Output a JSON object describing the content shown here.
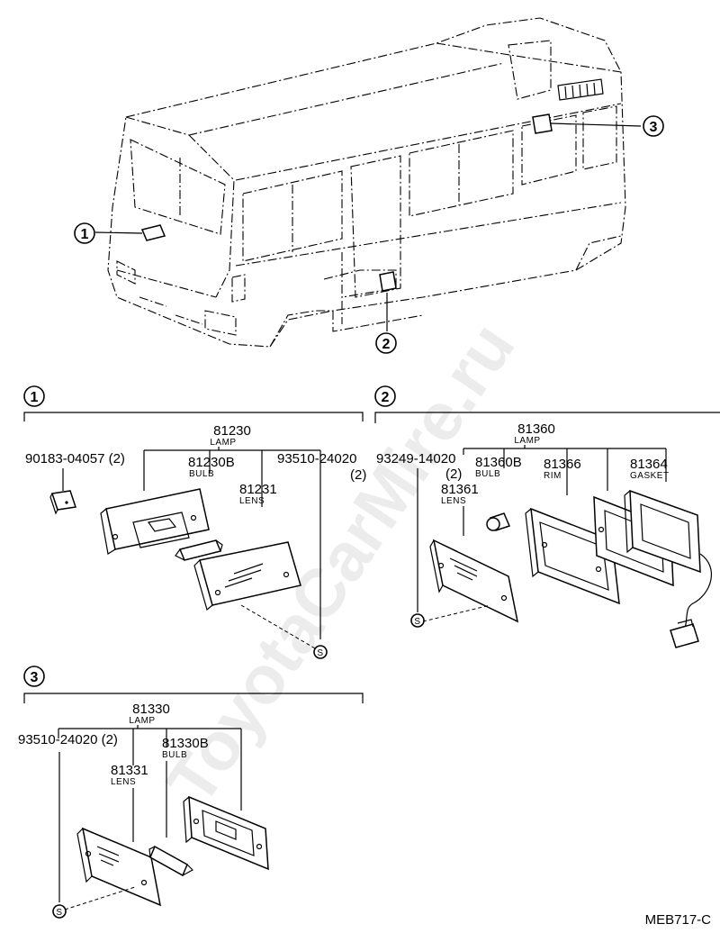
{
  "watermark": "ToyotaCarMire.ru",
  "figure_code": "MEB717-C",
  "callouts": [
    "1",
    "2",
    "3"
  ],
  "group1": {
    "index": "1",
    "assembly_no": "81230",
    "assembly_label": "LAMP",
    "screw_no": "90183-04057 (2)",
    "bulb_no": "81230B",
    "bulb_label": "BULB",
    "lens_no": "81231",
    "lens_label": "LENS",
    "std_no": "93510-24020",
    "std_qty": "(2)",
    "s_mark": "S"
  },
  "group2": {
    "index": "2",
    "assembly_no": "81360",
    "assembly_label": "LAMP",
    "screw_no": "93249-14020",
    "screw_qty": "(2)",
    "bulb_no": "81360B",
    "bulb_label": "BULB",
    "lens_no": "81361",
    "lens_label": "LENS",
    "rim_no": "81366",
    "rim_label": "RIM",
    "gasket_no": "81364",
    "gasket_label": "GASKET",
    "s_mark": "S"
  },
  "group3": {
    "index": "3",
    "assembly_no": "81330",
    "assembly_label": "LAMP",
    "std_no": "93510-24020 (2)",
    "bulb_no": "81330B",
    "bulb_label": "BULB",
    "lens_no": "81331",
    "lens_label": "LENS",
    "s_mark": "S"
  }
}
